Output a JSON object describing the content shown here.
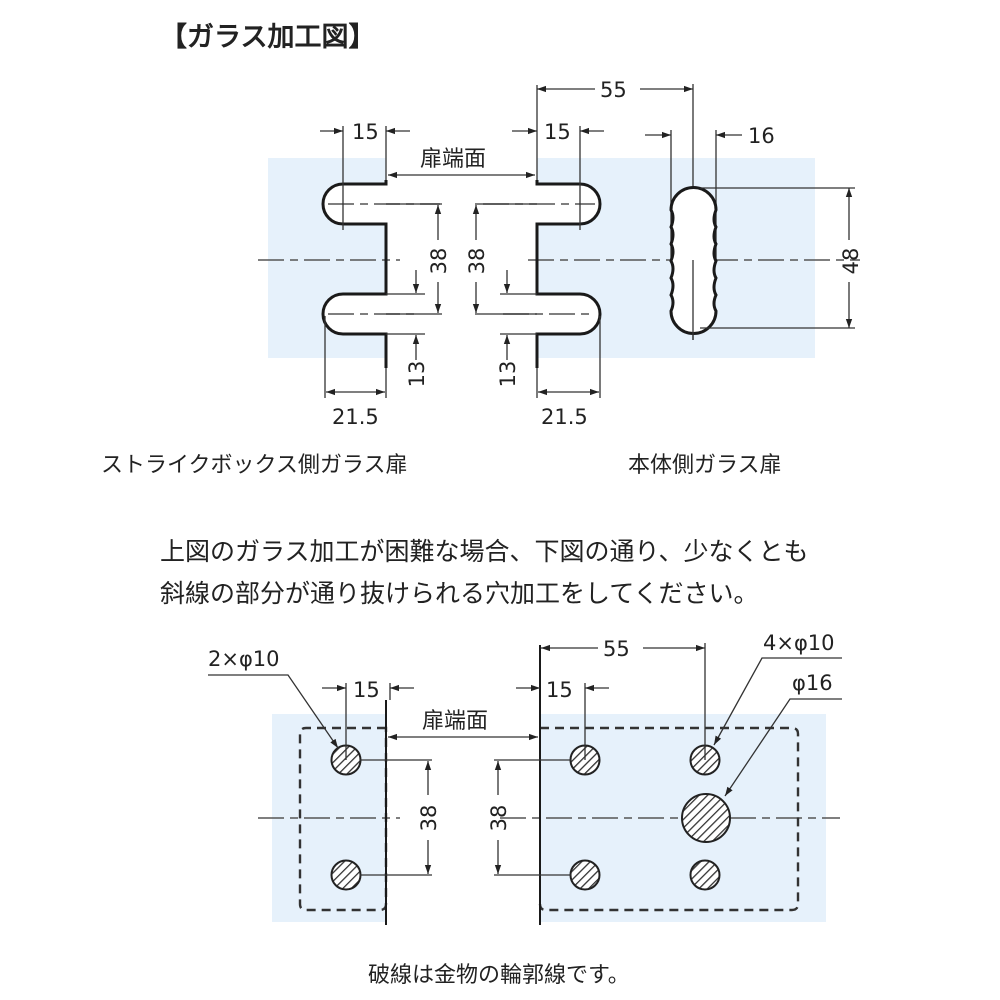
{
  "title": "【ガラス加工図】",
  "top_figure": {
    "strike_side_label": "ストライクボックス側ガラス扉",
    "body_side_label": "本体側ガラス扉",
    "door_edge_label": "扉端面",
    "dims": {
      "left_15": "15",
      "right_15": "15",
      "d55": "55",
      "d16": "16",
      "d48": "48",
      "left_38": "38",
      "right_38": "38",
      "left_13": "13",
      "right_13": "13",
      "left_21_5": "21.5",
      "right_21_5": "21.5"
    }
  },
  "instruction": {
    "line1": "上図のガラス加工が困難な場合、下図の通り、少なくとも",
    "line2": "斜線の部分が通り抜けられる穴加工をしてください。"
  },
  "bottom_figure": {
    "door_edge_label": "扉端面",
    "callouts": {
      "left_holes": "2×φ10",
      "right_holes": "4×φ10",
      "center_hole": "φ16"
    },
    "dims": {
      "left_15": "15",
      "right_15": "15",
      "d55": "55",
      "left_38": "38",
      "right_38": "38"
    }
  },
  "footnote": "破線は金物の輪郭線です。"
}
